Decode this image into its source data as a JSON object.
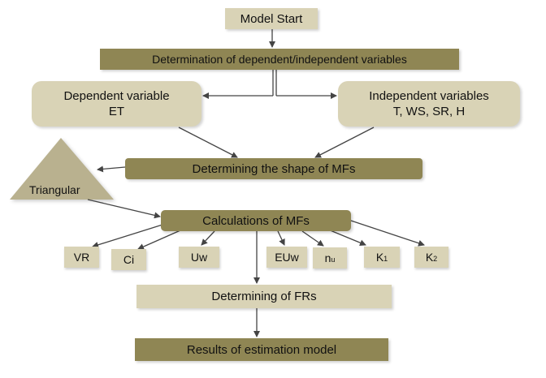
{
  "diagram": {
    "nodes": {
      "start": "Model Start",
      "determination": "Determination of dependent/independent variables",
      "dependent_title": "Dependent variable",
      "dependent_value": "ET",
      "independent_title": "Independent variables",
      "independent_value": "T, WS, SR, H",
      "shape": "Determining the shape of MFs",
      "triangular": "Triangular",
      "calculations": "Calculations of MFs",
      "determining_frs": "Determining of FRs",
      "results": "Results of estimation model"
    },
    "variables": [
      {
        "label": "VR",
        "sub": ""
      },
      {
        "label": "Ci",
        "sub": ""
      },
      {
        "label": "Uw",
        "sub": ""
      },
      {
        "label": "EUw",
        "sub": ""
      },
      {
        "label": "n",
        "sub": "u"
      },
      {
        "label": "K",
        "sub": "1"
      },
      {
        "label": "K",
        "sub": "2"
      }
    ],
    "colors": {
      "light_box": "#d9d3b6",
      "dark_box": "#8f8654",
      "triangle": "#b9b18f",
      "connector": "#444444"
    }
  }
}
